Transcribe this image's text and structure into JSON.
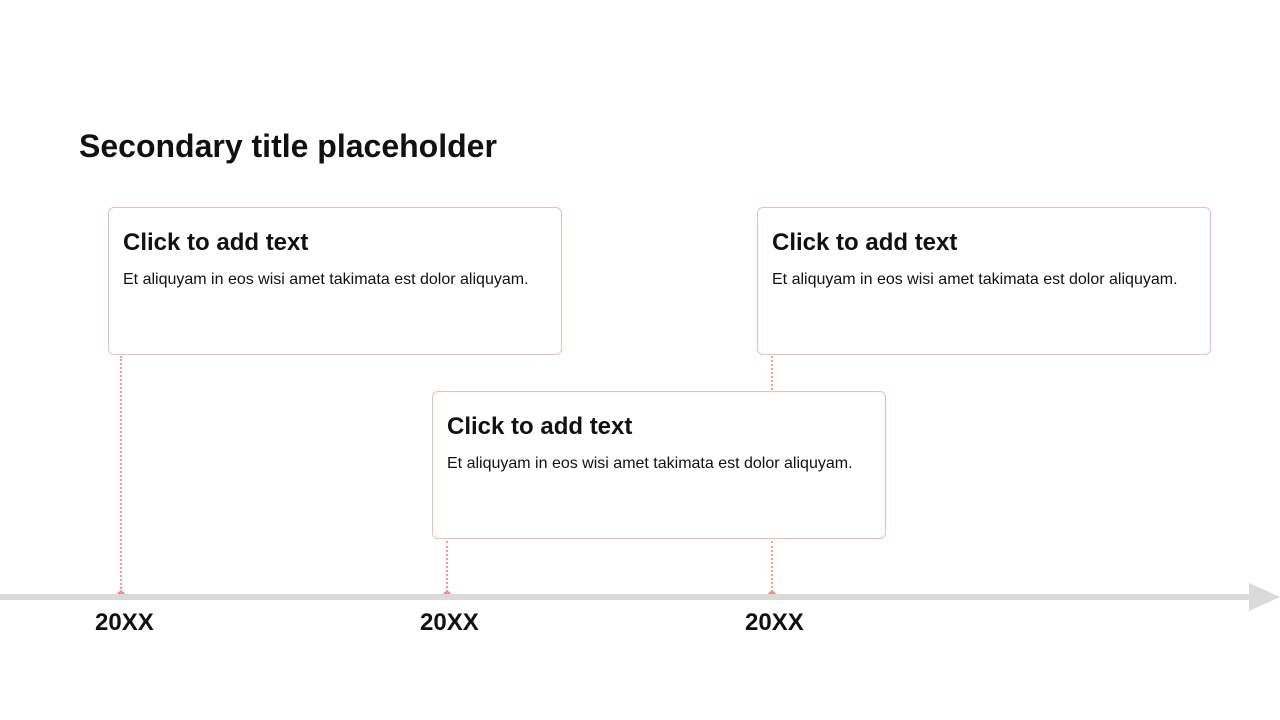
{
  "title": "Secondary title placeholder",
  "events": [
    {
      "heading": "Click to add text",
      "body": "Et aliquyam in eos wisi amet takimata est dolor aliquyam.",
      "year": "20XX"
    },
    {
      "heading": "Click to add text",
      "body": "Et aliquyam in eos wisi amet takimata est dolor aliquyam.",
      "year": "20XX"
    },
    {
      "heading": "Click to add text",
      "body": "Et aliquyam in eos wisi amet takimata est dolor aliquyam.",
      "year": "20XX"
    }
  ],
  "colors": {
    "accent": "#ef8f8f",
    "card_border": "#f4b9b9",
    "axis": "#dadada",
    "text": "#111111",
    "background": "#ffffff"
  }
}
